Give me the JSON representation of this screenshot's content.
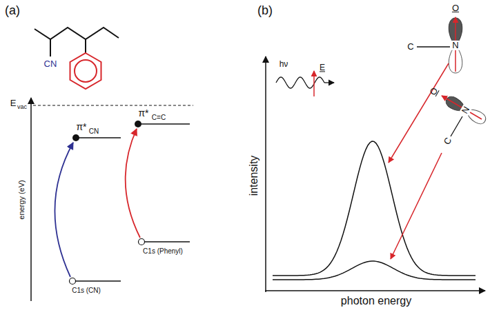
{
  "diagram": {
    "labels": [
      "(a)",
      "CN",
      "E",
      "vac",
      "energy (eV)",
      "π*",
      "CN",
      "π*",
      "C=C",
      "C1s (CN)",
      "C1s (Phenyl)",
      "(b)",
      "intensity",
      "photon energy",
      "hν",
      "E",
      "O",
      "C",
      "N",
      "O",
      "N",
      "C"
    ]
  }
}
